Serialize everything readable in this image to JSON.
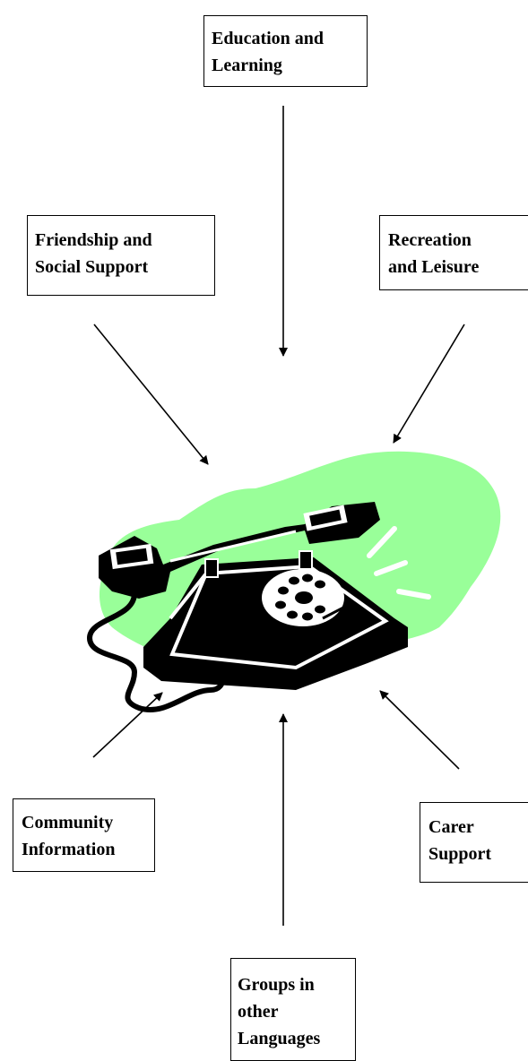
{
  "center": {
    "icon": "telephone-icon",
    "blob_color": "#99ff99"
  },
  "nodes": {
    "education": {
      "lines": [
        "Education and",
        "Learning"
      ]
    },
    "friendship": {
      "lines": [
        "Friendship and",
        "Social Support"
      ]
    },
    "recreation": {
      "lines": [
        "Recreation",
        "and Leisure"
      ]
    },
    "community": {
      "lines": [
        "Community",
        "Information"
      ]
    },
    "carer": {
      "lines": [
        "Carer",
        "Support"
      ]
    },
    "groups": {
      "lines": [
        "Groups in",
        "other",
        "Languages"
      ]
    }
  }
}
